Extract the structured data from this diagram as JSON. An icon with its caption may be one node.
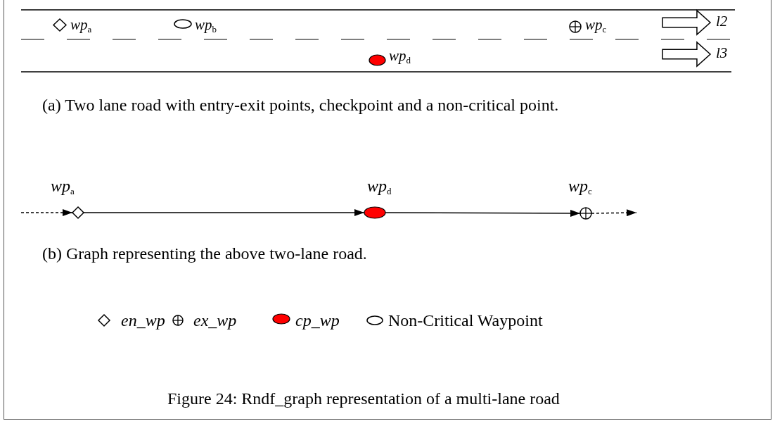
{
  "diagram": {
    "caption": "Figure 24: Rndf_graph representation of a multi-lane road",
    "nodes": [
      {
        "text": [],
        "shape": "diamond",
        "beside": [
          "*wp*$_{a}$"
        ]
      },
      {
        "text": [],
        "shape": "ellipse",
        "beside": [
          "*wp*$_{d}$"
        ]
      },
      {
        "text": [],
        "shape": "circle",
        "beside": [
          "*wp*$_{c}$"
        ]
      }
    ],
    "edges": [
      {
        "from": null,
        "to": 0,
        "arrow": "to",
        "style": "dashed"
      },
      {
        "from": 0,
        "to": 1,
        "arrow": "to"
      },
      {
        "from": 1,
        "to": 2,
        "arrow": "to"
      },
      {
        "from": 2,
        "to": null,
        "arrow": "to",
        "style": "dashed"
      }
    ],
    "labels": [
      "*wp*$_{a}$",
      "*wp*$_{b}$",
      "*wp*$_{c}$",
      "l2",
      "*wp*$_{d}$",
      "l3",
      "(a)  Two lane road with entry-exit points, checkpoint and a non-critical point.",
      "(b) Graph representing the above two-lane road."
    ],
    "legend": [
      {
        "text": "en_wp"
      },
      {
        "text": "ex_wp"
      },
      {
        "text": "cp_wp"
      },
      {
        "text": "Non-Critical Waypoint"
      }
    ]
  }
}
